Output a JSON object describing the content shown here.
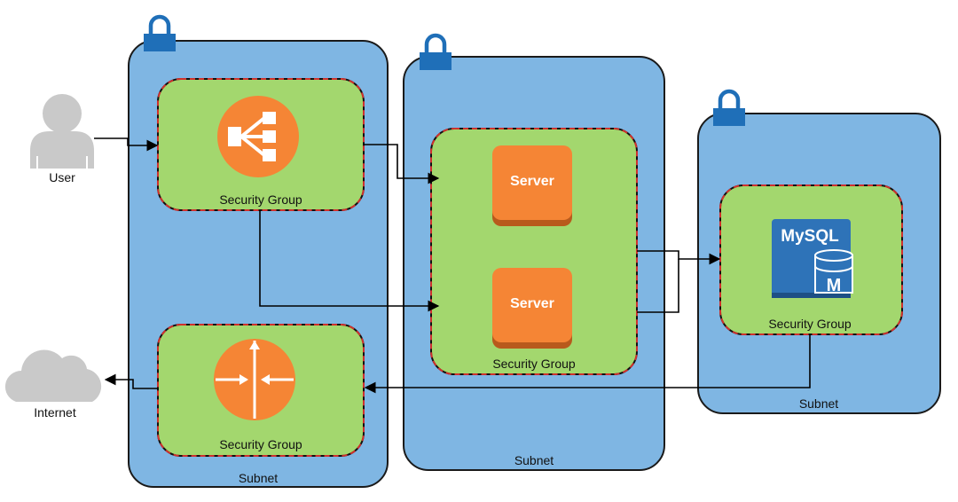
{
  "colors": {
    "subnet_fill": "#7fb6e3",
    "security_group_fill": "#a3d76e",
    "security_group_border": "#d0312d",
    "service_orange": "#f58535",
    "database_blue": "#2e73b8",
    "lock_blue": "#1f6fb8",
    "actor_gray": "#c9c9c9"
  },
  "user": {
    "label": "User"
  },
  "internet": {
    "label": "Internet"
  },
  "subnets": [
    {
      "label": "Subnet"
    },
    {
      "label": "Subnet"
    },
    {
      "label": "Subnet"
    }
  ],
  "security_groups": {
    "load_balancer": {
      "label": "Security Group",
      "icon": "load-balancer-icon"
    },
    "nat_gateway": {
      "label": "Security Group",
      "icon": "nat-gateway-icon"
    },
    "servers": {
      "label": "Security Group",
      "servers": [
        {
          "label": "Server"
        },
        {
          "label": "Server"
        }
      ]
    },
    "database": {
      "label": "Security Group",
      "db_title": "MySQL",
      "db_letter": "M",
      "icon": "mysql-database-icon"
    }
  }
}
